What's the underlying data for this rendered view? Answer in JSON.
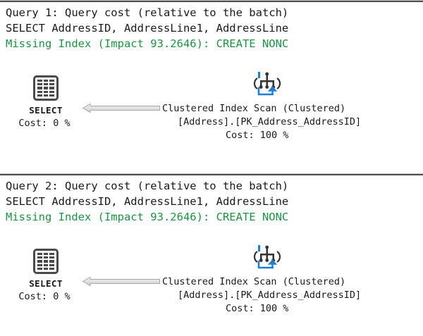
{
  "window": {
    "title": "SQL Server Execution Plan",
    "background_color": "#ffffff",
    "separator_color": "#4d4d4d",
    "missing_index_color": "#1a9641",
    "text_color": "#1a1a1a",
    "scan_icon_accent": "#1c7fd6"
  },
  "queries": [
    {
      "header_cost": "Query 1: Query cost (relative to the batch)",
      "header_sql": "SELECT AddressID, AddressLine1, AddressLine",
      "header_missing_index": "Missing Index (Impact 93.2646): CREATE NONC",
      "impact": "93.2646",
      "select_node": {
        "icon": "grid-table-icon",
        "label": "SELECT",
        "cost": "Cost: 0 %",
        "cost_value": 0
      },
      "scan_node": {
        "icon": "clustered-index-scan-icon",
        "line1": "Clustered Index Scan (Clustered)",
        "line2": "[Address].[PK_Address_AddressID]",
        "line3": "Cost: 100 %",
        "cost_value": 100
      },
      "connector": {
        "icon": "left-arrow-connector",
        "direction": "left"
      }
    },
    {
      "header_cost": "Query 2: Query cost (relative to the batch)",
      "header_sql": "SELECT AddressID, AddressLine1, AddressLine",
      "header_missing_index": "Missing Index (Impact 93.2646): CREATE NONC",
      "impact": "93.2646",
      "select_node": {
        "icon": "grid-table-icon",
        "label": "SELECT",
        "cost": "Cost: 0 %",
        "cost_value": 0
      },
      "scan_node": {
        "icon": "clustered-index-scan-icon",
        "line1": "Clustered Index Scan (Clustered)",
        "line2": "[Address].[PK_Address_AddressID]",
        "line3": "Cost: 100 %",
        "cost_value": 100
      },
      "connector": {
        "icon": "left-arrow-connector",
        "direction": "left"
      }
    }
  ]
}
